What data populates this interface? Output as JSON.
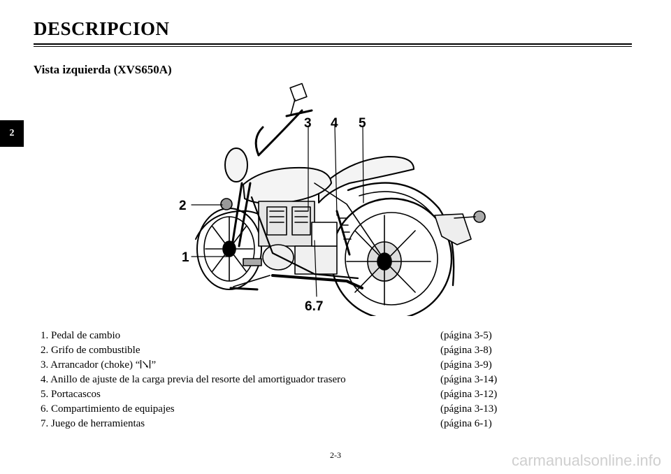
{
  "header": {
    "title": "DESCRIPCION"
  },
  "section_tab": {
    "label": "2"
  },
  "subtitle": "Vista izquierda (XVS650A)",
  "illustration": {
    "callouts": [
      "1",
      "2",
      "3",
      "4",
      "5",
      "6.7"
    ]
  },
  "legend": [
    {
      "pre": "1. Pedal de cambio",
      "post": "",
      "page": "(página 3-5)"
    },
    {
      "pre": "2. Grifo de combustible",
      "post": "",
      "page": "(página 3-8)"
    },
    {
      "pre": "3. Arrancador (choke) “",
      "post": "”",
      "page": "(página 3-9)",
      "icon": "choke-icon"
    },
    {
      "pre": "4. Anillo de ajuste de la carga previa del resorte del amortiguador trasero",
      "post": "",
      "page": "(página 3-14)"
    },
    {
      "pre": "5. Portacascos",
      "post": "",
      "page": "(página 3-12)"
    },
    {
      "pre": "6. Compartimiento de equipajes",
      "post": "",
      "page": "(página 3-13)"
    },
    {
      "pre": "7. Juego de herramientas",
      "post": "",
      "page": "(página 6-1)"
    }
  ],
  "footer": {
    "page_number": "2-3"
  },
  "watermark": "carmanualsonline.info"
}
